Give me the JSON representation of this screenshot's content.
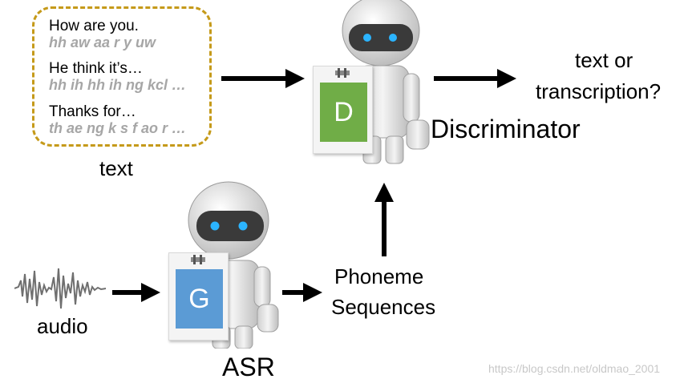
{
  "text_box": {
    "items": [
      {
        "sentence": "How are you.",
        "phonemes": "hh aw aa r y uw"
      },
      {
        "sentence": "He think it’s…",
        "phonemes": "hh ih hh ih ng kcl …"
      },
      {
        "sentence": "Thanks for…",
        "phonemes": "th ae ng k s f ao r …"
      }
    ],
    "label": "text"
  },
  "discriminator": {
    "letter": "D",
    "label": "Discriminator",
    "color": "#70ad47"
  },
  "generator": {
    "letter": "G",
    "label": "ASR",
    "color": "#5b9bd5"
  },
  "audio_label": "audio",
  "phoneme_label": [
    "Phoneme",
    "Sequences"
  ],
  "output_label": [
    "text or",
    "transcription?"
  ],
  "watermark": "https://blog.csdn.net/oldmao_2001"
}
